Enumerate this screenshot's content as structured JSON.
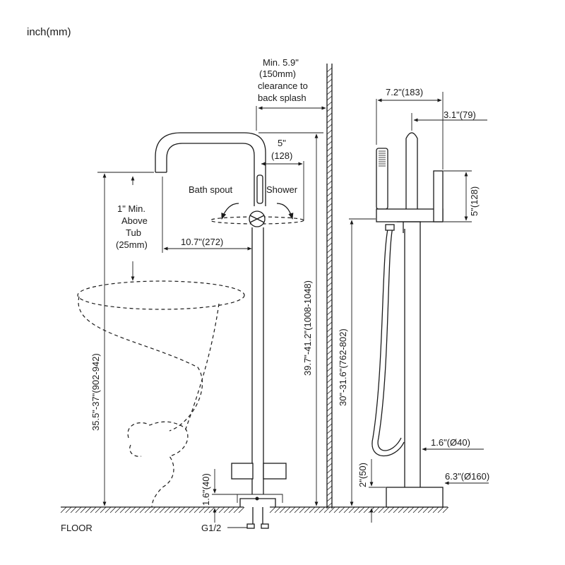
{
  "units_label": "inch(mm)",
  "clearance": {
    "line1": "Min. 5.9\"",
    "line2": "(150mm)",
    "line3": "clearance to",
    "line4": "back splash"
  },
  "spout_offset": {
    "inch": "5\"",
    "mm": "(128)"
  },
  "bath_spout_label": "Bath spout",
  "shower_label": "Shower",
  "above_tub": {
    "line1": "1\" Min.",
    "line2": "Above",
    "line3": "Tub",
    "line4": "(25mm)"
  },
  "spout_reach": "10.7\"(272)",
  "total_height": "39.7\"-41.2\"(1008-1048)",
  "spout_height": "35.5\"-37\"(902-942)",
  "base_height": "1.6\"(40)",
  "inlet_label": "G1/2",
  "floor_label": "FLOOR",
  "side_view": {
    "width": "7.2\"(183)",
    "handle_offset": "3.1\"(79)",
    "handle_height": "5\"(128)",
    "body_height": "30\"-31.6\"(762-802)",
    "pipe_dia": "1.6\"(Ø40)",
    "base_dia": "6.3\"(Ø160)",
    "base_thickness": "2\"(50)"
  }
}
